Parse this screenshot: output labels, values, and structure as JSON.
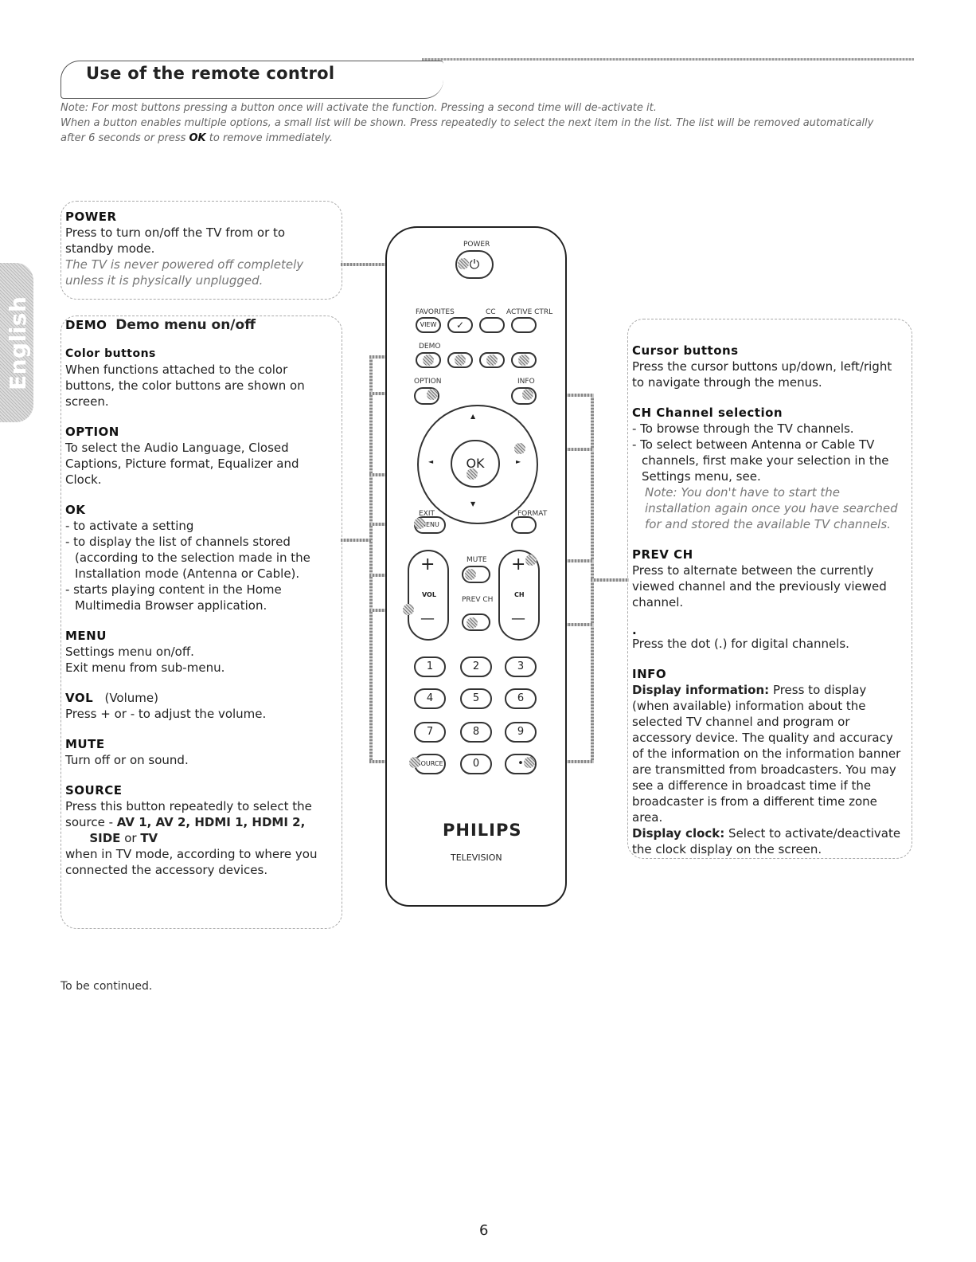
{
  "header": {
    "title": "Use of the remote control"
  },
  "notes": {
    "line1": "Note: For most buttons pressing a button once will activate the function. Pressing a second time will de-activate it.",
    "line2": "When a button enables multiple options, a small list will be shown. Press repeatedly to select the next item in the list. The list will be removed automatically",
    "line3_pre": "after 6 seconds or press ",
    "line3_key": "OK",
    "line3_post": " to remove immediately."
  },
  "side_tab": "English",
  "left": {
    "power": {
      "title": "POWER",
      "text": "Press to turn on/off the TV from or to standby mode.",
      "note": "The TV is never powered off completely unless it is physically unplugged."
    },
    "demo": {
      "key": "DEMO",
      "title": "Demo menu on/off"
    },
    "color": {
      "title": "Color buttons",
      "text": "When functions attached to the color buttons, the color buttons are shown on screen."
    },
    "option": {
      "title": "OPTION",
      "text": "To select the Audio Language, Closed Captions, Picture format, Equalizer and Clock."
    },
    "ok": {
      "title": "OK",
      "items": [
        "- to activate a setting",
        "- to display the list of channels stored (according to the selection made in the Installation mode (Antenna or Cable).",
        "- starts playing content in the Home Multimedia Browser application."
      ]
    },
    "menu": {
      "title": "MENU",
      "line1": "Settings menu on/off.",
      "line2": "Exit menu from sub-menu."
    },
    "vol": {
      "title": "VOL",
      "sub": "(Volume)",
      "text": "Press + or - to adjust the volume."
    },
    "mute": {
      "title": "MUTE",
      "text": "Turn off or on sound."
    },
    "source": {
      "title": "SOURCE",
      "text1": "Press this button repeatedly to select the source -",
      "options": "AV 1, AV 2, HDMI 1, HDMI 2,",
      "options2": "SIDE",
      "or": "or",
      "tv": "TV",
      "text2": "when in TV mode, according to where you connected the accessory devices."
    }
  },
  "right": {
    "cursor": {
      "title": "Cursor buttons",
      "text": "Press the cursor buttons up/down, left/right to navigate through the menus."
    },
    "ch": {
      "title": "CH  Channel selection",
      "item1": "- To browse through the TV channels.",
      "item2": "- To select between Antenna or Cable TV channels, first make your selection in the Settings menu, see.",
      "note": "Note: You don't have to start the installation again once you have searched for and stored the available TV channels."
    },
    "prevch": {
      "title": "PREV CH",
      "text": "Press to alternate between the currently viewed channel and the previously viewed channel."
    },
    "dot": {
      "symbol": ".",
      "text": "Press the dot (.) for digital channels."
    },
    "info": {
      "title": "INFO",
      "display_label": "Display information:",
      "display_text": "Press to display (when available) information about the selected TV channel and program or accessory device. The quality and accuracy of the information on the information banner are transmitted from broadcasters. You may see a difference in broadcast time if the broadcaster is from a different time zone area.",
      "clock_label": "Display clock:",
      "clock_text": "Select to activate/deactivate the clock display on the screen."
    }
  },
  "remote": {
    "power_label": "POWER",
    "power_symbol": "⏻",
    "favorites_label": "FAVORITES",
    "cc_label": "CC",
    "active_ctrl_label": "ACTIVE CTRL",
    "view_label": "VIEW",
    "check_symbol": "✓",
    "demo_label": "DEMO",
    "option_label": "OPTION",
    "info_label": "INFO",
    "ok_label": "OK",
    "exit_label": "EXIT",
    "format_label": "FORMAT",
    "menu_label": "MENU",
    "mute_label": "MUTE",
    "vol_label": "VOL",
    "prevch_label": "PREV CH",
    "ch_label": "CH",
    "plus": "+",
    "minus": "—",
    "up": "▲",
    "down": "▼",
    "left": "◄",
    "right": "►",
    "numbers": [
      "1",
      "2",
      "3",
      "4",
      "5",
      "6",
      "7",
      "8",
      "9"
    ],
    "source_label": "SOURCE",
    "zero": "0",
    "dot": "•",
    "brand": "PHILIPS",
    "product": "TELEVISION"
  },
  "footer": {
    "continued": "To be continued.",
    "page_number": "6"
  }
}
